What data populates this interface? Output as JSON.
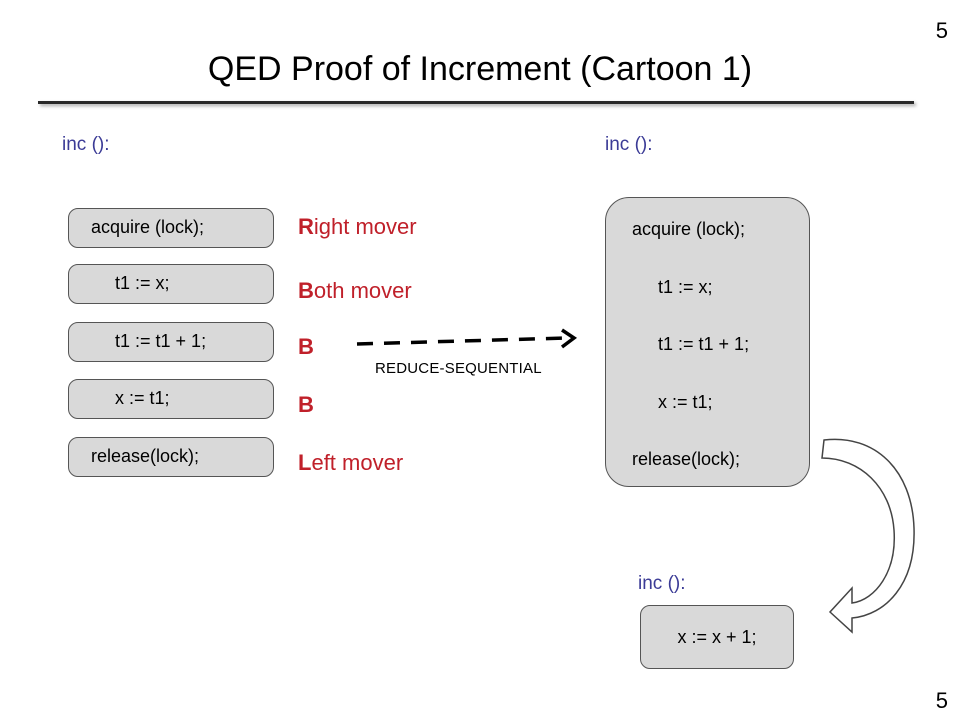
{
  "slide": {
    "page_number_top": "5",
    "page_number_bottom": "5",
    "title": "QED Proof of Increment (Cartoon 1)"
  },
  "left_procedure": {
    "label": "inc ():",
    "statements": [
      "acquire (lock);",
      "t1 := x;",
      "t1 := t1 + 1;",
      "x := t1;",
      "release(lock);"
    ],
    "movers": [
      {
        "initial": "R",
        "rest": "ight mover"
      },
      {
        "initial": "B",
        "rest": "oth mover"
      },
      {
        "initial": "B",
        "rest": ""
      },
      {
        "initial": "B",
        "rest": ""
      },
      {
        "initial": "L",
        "rest": "eft mover"
      }
    ]
  },
  "reduction": {
    "label": "REDUCE-SEQUENTIAL"
  },
  "right_procedure": {
    "label": "inc ():",
    "statements": [
      "acquire (lock);",
      "t1 := x;",
      "t1 := t1 + 1;",
      "x := t1;",
      "release(lock);"
    ]
  },
  "final_procedure": {
    "label": "inc ():",
    "statement": "x := x + 1;"
  },
  "colors": {
    "mover_text": "#c0202a",
    "label_text": "#3b3b96",
    "box_fill": "#d9d9d9"
  }
}
